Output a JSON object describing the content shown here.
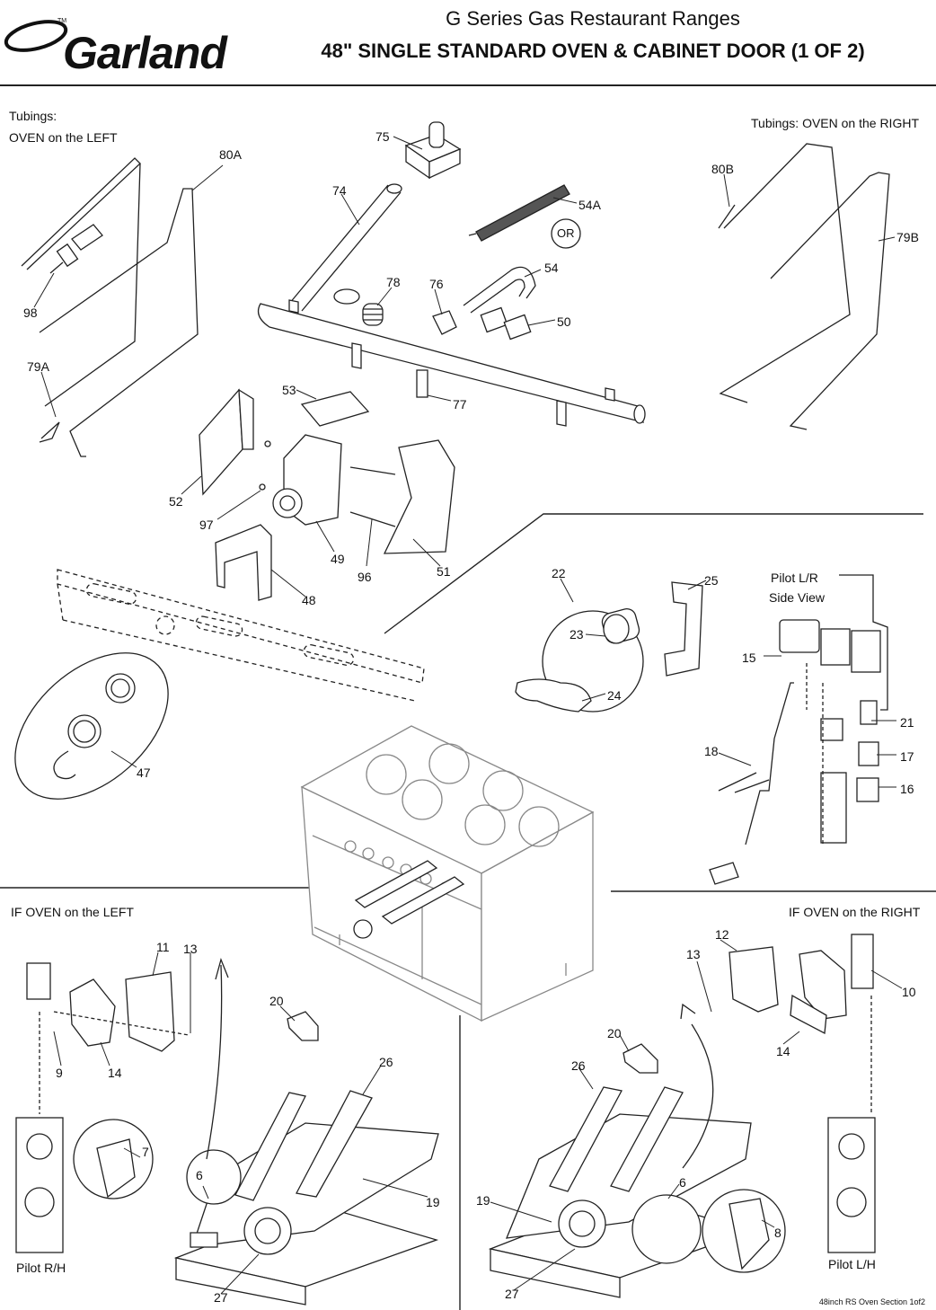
{
  "header": {
    "brand": "Garland",
    "trademark": "TM",
    "series": "G Series Gas Restaurant Ranges",
    "title": "48\" SINGLE STANDARD OVEN & CABINET DOOR (1 OF 2)"
  },
  "sections": {
    "tubings_left_line1": "Tubings:",
    "tubings_left_line2": "OVEN on the LEFT",
    "tubings_right": "Tubings: OVEN on the RIGHT",
    "pilot_side_line1": "Pilot L/R",
    "pilot_side_line2": "Side View",
    "oven_left": "IF OVEN on the LEFT",
    "oven_right": "IF OVEN on the RIGHT",
    "pilot_rh": "Pilot R/H",
    "pilot_lh": "Pilot L/H",
    "or": "OR"
  },
  "parts": {
    "p80a": "80A",
    "p75": "75",
    "p74": "74",
    "p54a": "54A",
    "p80b": "80B",
    "p79b": "79B",
    "p98": "98",
    "p78": "78",
    "p76": "76",
    "p54": "54",
    "p50": "50",
    "p79a": "79A",
    "p53": "53",
    "p77": "77",
    "p52": "52",
    "p97": "97",
    "p49": "49",
    "p96": "96",
    "p51": "51",
    "p48": "48",
    "p22": "22",
    "p25": "25",
    "p23": "23",
    "p24": "24",
    "p15": "15",
    "p21": "21",
    "p18": "18",
    "p17": "17",
    "p16": "16",
    "p47": "47",
    "p11": "11",
    "p13": "13",
    "p12": "12",
    "p13b": "13",
    "p10": "10",
    "p9": "9",
    "p14": "14",
    "p14b": "14",
    "p20": "20",
    "p20b": "20",
    "p26": "26",
    "p26b": "26",
    "p7": "7",
    "p6": "6",
    "p6b": "6",
    "p19": "19",
    "p19b": "19",
    "p8": "8",
    "p27": "27",
    "p27b": "27"
  },
  "footer": "48inch RS Oven Section 1of2"
}
